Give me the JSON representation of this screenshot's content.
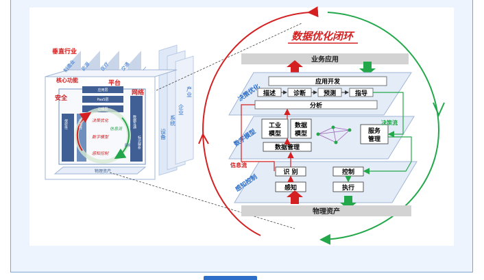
{
  "title": "数据优化闭环",
  "layers": {
    "top": "业务应用",
    "bottom": "物理资产"
  },
  "level1": {
    "label": "决策优化",
    "app_dev": "应用开发",
    "describe": "描述",
    "diagnose": "诊断",
    "predict": "预测",
    "guide": "指导",
    "analyze": "分析"
  },
  "level2": {
    "label": "数字模型",
    "industrial_model": [
      "工业",
      "模型"
    ],
    "data_model": [
      "数据",
      "模型"
    ],
    "data_management": "数据管理",
    "service_management": [
      "服务",
      "管理"
    ],
    "decision_flow": "决策流"
  },
  "level3": {
    "label": "感知控制",
    "info_flow": "信息流",
    "identify": "识 别",
    "control": "控制",
    "sense": "感知",
    "execute": "执行"
  },
  "cube": {
    "industry": "垂直行业",
    "core": "核心功能",
    "platform": "平台",
    "security": "安全",
    "network": "网络",
    "labels": [
      "制造业",
      "能源",
      "医疗",
      "交通",
      "—",
      "产业",
      "企业",
      "系统",
      "设备"
    ],
    "inner": [
      "应用层",
      "PaaS层",
      "边缘层",
      "数据互通",
      "标识解析",
      "网络互联",
      "决策优化",
      "数字模型",
      "感知控制",
      "物理资产",
      "信息流",
      "保密性",
      "可用性"
    ]
  },
  "colors": {
    "red": "#d42020",
    "green": "#22a84a",
    "blue": "#2d6fc8",
    "plane": "#e4ecf7",
    "plane_edge": "#9fb5d6"
  }
}
